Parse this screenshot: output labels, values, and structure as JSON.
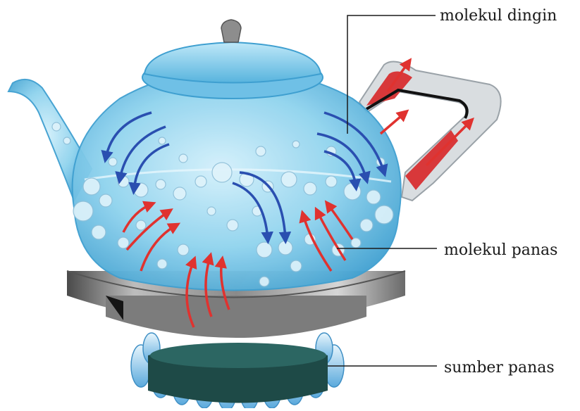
{
  "labels": {
    "cold_molecules": "molekul dingin",
    "hot_molecules": "molekul panas",
    "heat_source": "sumber panas"
  },
  "colors": {
    "kettle_body": "#7fcdea",
    "kettle_dark": "#3a9fce",
    "cold_arrow": "#2a4fb0",
    "hot_arrow": "#e0322f",
    "handle_red": "#d8383a",
    "flame": "#7bbfe6",
    "burner": "#1e4a47",
    "pan_gray": "#8e8e8e"
  },
  "icons": {
    "kettle": "kettle-icon",
    "flame": "flame-icon"
  }
}
